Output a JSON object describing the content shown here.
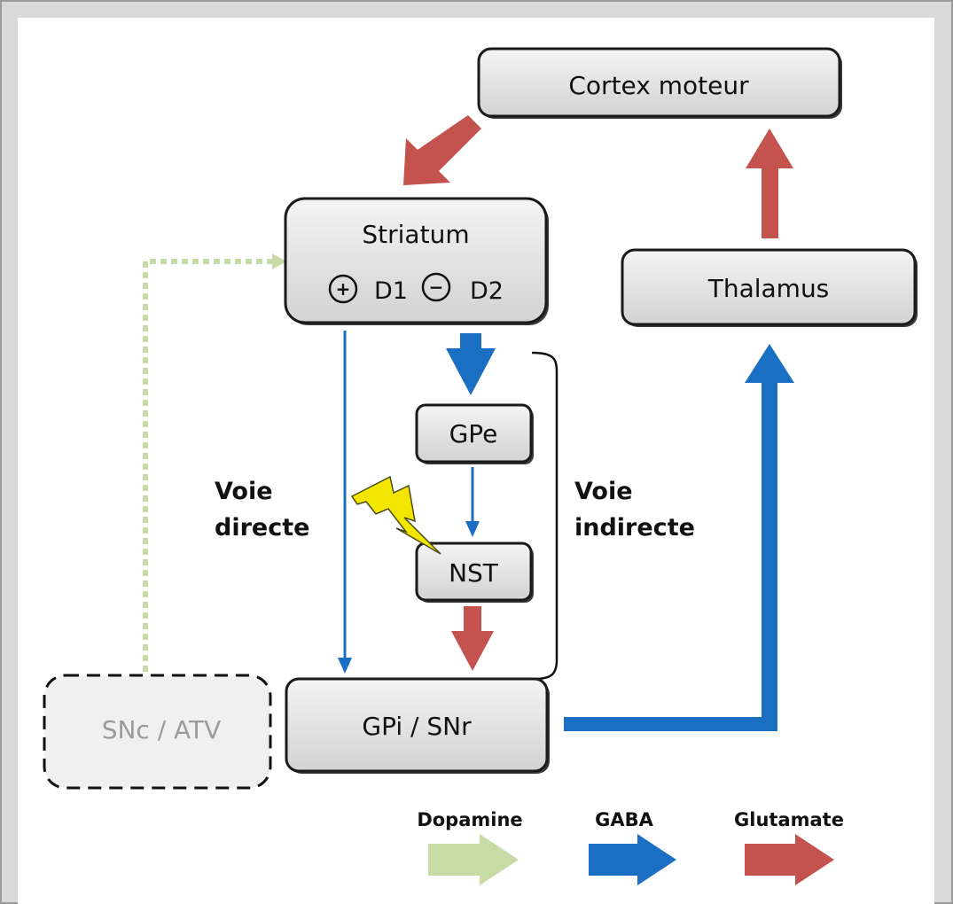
{
  "nodes": {
    "cortex": "Cortex moteur",
    "striatum": "Striatum",
    "d1": "D1",
    "d2": "D2",
    "thalamus": "Thalamus",
    "gpe": "GPe",
    "nst": "NST",
    "gpi": "GPi / SNr",
    "snc": "SNc / ATV"
  },
  "receptor_signs": {
    "d1": "+",
    "d2": "−"
  },
  "pathways": {
    "direct_line1": "Voie",
    "direct_line2": "directe",
    "indirect_line1": "Voie",
    "indirect_line2": "indirecte"
  },
  "legend": {
    "dopamine": "Dopamine",
    "gaba": "GABA",
    "glutamate": "Glutamate"
  },
  "colors": {
    "dopamine": "#c7dba6",
    "gaba": "#1a6fc2",
    "glutamate": "#c4524f",
    "lightning": "#f2e600"
  }
}
